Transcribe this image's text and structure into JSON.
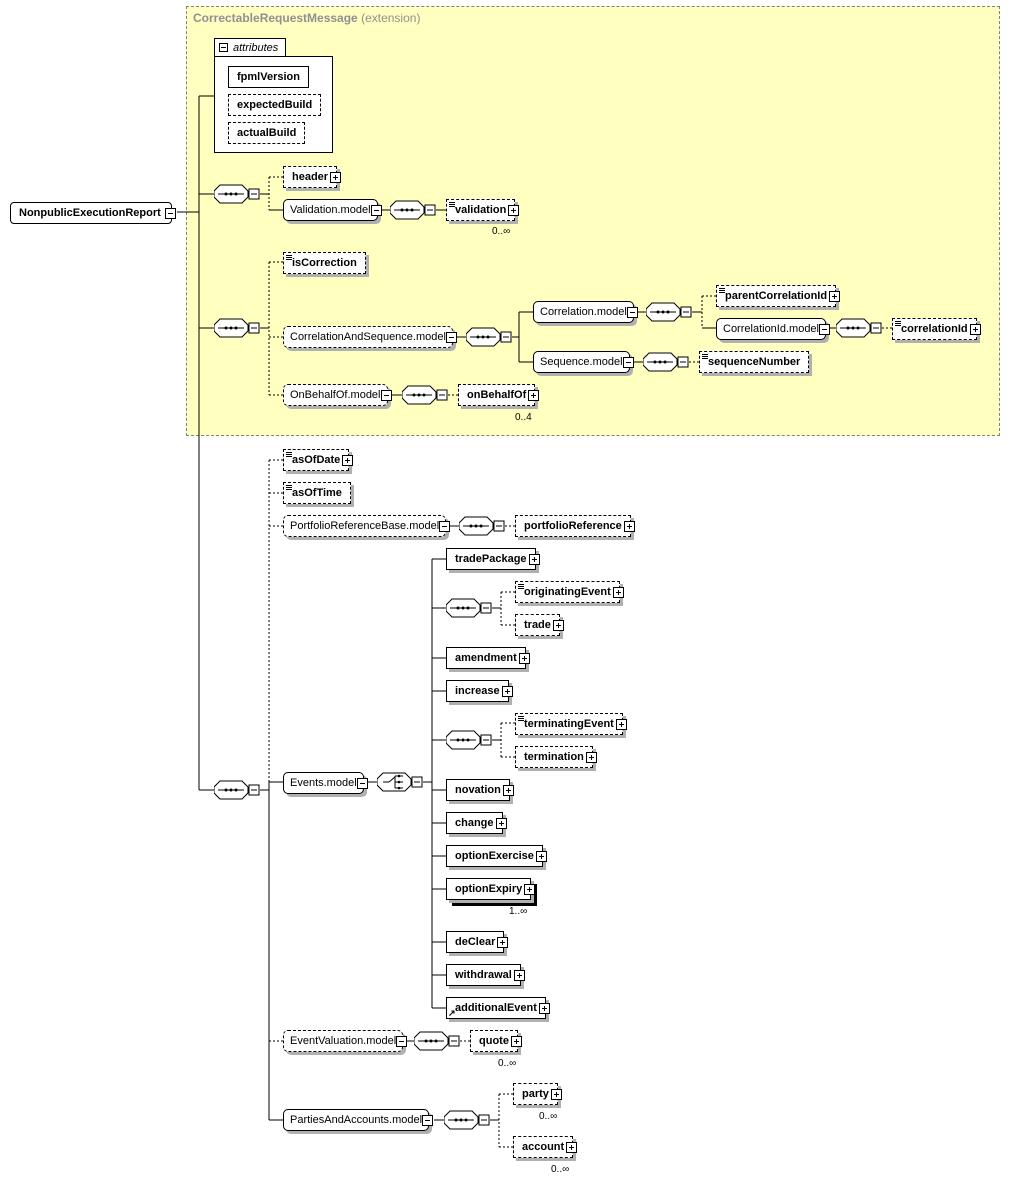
{
  "root": {
    "label": "NonpublicExecutionReport"
  },
  "extension": {
    "base": "CorrectableRequestMessage",
    "suffix": "(extension)"
  },
  "attributes": {
    "title": "attributes",
    "items": [
      "fpmlVersion",
      "expectedBuild",
      "actualBuild"
    ]
  },
  "group1": {
    "header": "header",
    "validation_model": "Validation.model",
    "validation": "validation",
    "validation_card": "0..∞"
  },
  "group2": {
    "isCorrection": "isCorrection",
    "correlation_sequence_model": "CorrelationAndSequence.model",
    "correlation_model": "Correlation.model",
    "parentCorrelationId": "parentCorrelationId",
    "correlationId_model": "CorrelationId.model",
    "correlationId": "correlationId",
    "sequence_model": "Sequence.model",
    "sequenceNumber": "sequenceNumber",
    "onBehalfOf_model": "OnBehalfOf.model",
    "onBehalfOf": "onBehalfOf",
    "onBehalfOf_card": "0..4"
  },
  "group3": {
    "asOfDate": "asOfDate",
    "asOfTime": "asOfTime",
    "portfolio_model": "PortfolioReferenceBase.model",
    "portfolioReference": "portfolioReference",
    "events_model": "Events.model",
    "events": {
      "tradePackage": "tradePackage",
      "originatingEvent": "originatingEvent",
      "trade": "trade",
      "amendment": "amendment",
      "increase": "increase",
      "terminatingEvent": "terminatingEvent",
      "termination": "termination",
      "novation": "novation",
      "change": "change",
      "optionExercise": "optionExercise",
      "optionExpiry": "optionExpiry",
      "optionExpiry_card": "1..∞",
      "deClear": "deClear",
      "withdrawal": "withdrawal",
      "additionalEvent": "additionalEvent"
    },
    "eventValuation_model": "EventValuation.model",
    "quote": "quote",
    "quote_card": "0..∞",
    "parties_model": "PartiesAndAccounts.model",
    "party": "party",
    "party_card": "0..∞",
    "account": "account",
    "account_card": "0..∞"
  }
}
